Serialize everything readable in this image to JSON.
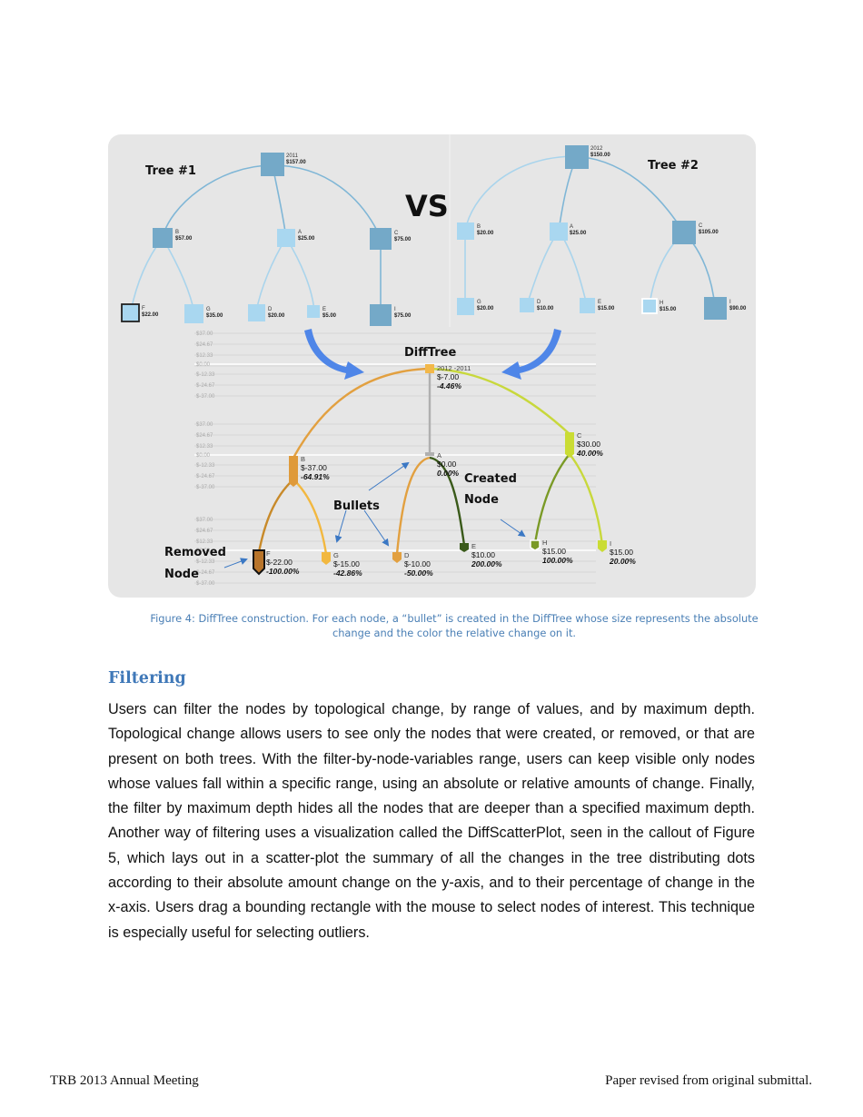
{
  "figure": {
    "tree1_label": "Tree #1",
    "tree2_label": "Tree #2",
    "vs_label": "VS",
    "difftree_label": "DiffTree",
    "bullets_label": "Bullets",
    "created_label_line1": "Created",
    "created_label_line2": "Node",
    "removed_label_line1": "Removed",
    "removed_label_line2": "Node",
    "scale_labels": [
      "$37.00",
      "$24.67",
      "$12.33",
      "$0.00",
      "$-12.33",
      "$-24.67",
      "$-37.00"
    ],
    "tree1": [
      {
        "name": "2011",
        "value": "$157.00"
      },
      {
        "name": "B",
        "value": "$57.00"
      },
      {
        "name": "A",
        "value": "$25.00"
      },
      {
        "name": "C",
        "value": "$75.00"
      },
      {
        "name": "F",
        "value": "$22.00"
      },
      {
        "name": "G",
        "value": "$35.00"
      },
      {
        "name": "D",
        "value": "$20.00"
      },
      {
        "name": "E",
        "value": "$5.00"
      },
      {
        "name": "I",
        "value": "$75.00"
      }
    ],
    "tree2": [
      {
        "name": "2012",
        "value": "$150.00"
      },
      {
        "name": "B",
        "value": "$20.00"
      },
      {
        "name": "A",
        "value": "$25.00"
      },
      {
        "name": "C",
        "value": "$105.00"
      },
      {
        "name": "G",
        "value": "$20.00"
      },
      {
        "name": "D",
        "value": "$10.00"
      },
      {
        "name": "E",
        "value": "$15.00"
      },
      {
        "name": "H",
        "value": "$15.00"
      },
      {
        "name": "I",
        "value": "$90.00"
      }
    ],
    "difftree": [
      {
        "name": "2012 -2011",
        "value": "$-7.00",
        "pct": "-4.46%"
      },
      {
        "name": "B",
        "value": "$-37.00",
        "pct": "-64.91%"
      },
      {
        "name": "A",
        "value": "$0.00",
        "pct": "0.00%"
      },
      {
        "name": "C",
        "value": "$30.00",
        "pct": "40.00%"
      },
      {
        "name": "F",
        "value": "$-22.00",
        "pct": "-100.00%"
      },
      {
        "name": "G",
        "value": "$-15.00",
        "pct": "-42.86%"
      },
      {
        "name": "D",
        "value": "$-10.00",
        "pct": "-50.00%"
      },
      {
        "name": "E",
        "value": "$10.00",
        "pct": "200.00%"
      },
      {
        "name": "H",
        "value": "$15.00",
        "pct": "100.00%"
      },
      {
        "name": "I",
        "value": "$15.00",
        "pct": "20.00%"
      }
    ]
  },
  "caption": "Figure 4:  DiffTree construction. For each node, a “bullet” is created in the DiffTree whose size represents the absolute change and the color the relative change on it.",
  "section_heading": "Filtering",
  "body_text": "Users can filter the nodes by topological change, by range of values, and by maximum depth. Topological change allows users to see only the nodes that were created, or removed, or that are present on both trees. With the filter-by-node-variables range, users can keep visible only nodes whose values fall within a specific range, using an absolute or relative amounts of change. Finally, the filter by maximum depth hides all the nodes that are deeper than a specified maximum depth. Another way of filtering uses a visualization called the DiffScatterPlot, seen in the callout of Figure 5, which lays out in a scatter-plot the summary of all the changes in the tree distributing dots according to their absolute amount change on the y-axis, and to their percentage of change in the x-axis. Users drag a bounding rectangle with the mouse to select nodes of interest. This technique is especially useful for selecting outliers.",
  "footer": {
    "left": "TRB 2013 Annual Meeting",
    "right": "Paper revised from original submittal."
  }
}
